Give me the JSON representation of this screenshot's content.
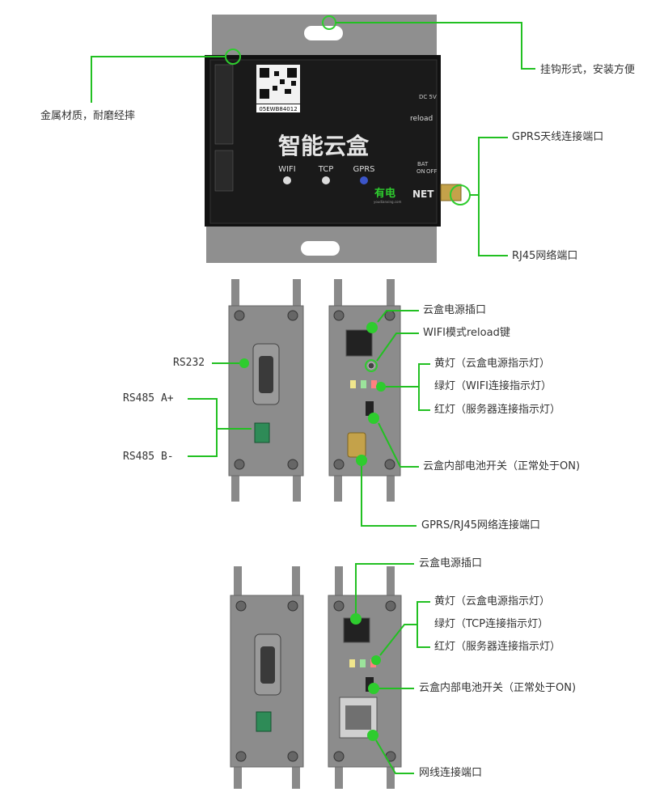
{
  "colors": {
    "callout_line": "#22c022",
    "marker": "#2ecc2e",
    "panel": "#8a8a8a",
    "device_face": "#111111"
  },
  "device": {
    "title": "智能云盒",
    "qr_text": "05EWB84012",
    "indicators": [
      "WIFI",
      "TCP",
      "GPRS"
    ],
    "reload": "reload",
    "net": "NET",
    "brand": "有电",
    "brand_sub": "youdianxing.com",
    "switch_on": "ON",
    "switch_off": "OFF",
    "switch_bat": "BAT",
    "dc_label": "DC 5V"
  },
  "top_view": {
    "callouts": [
      {
        "text": "挂钩形式，安装方便"
      },
      {
        "text": "金属材质，耐磨经摔"
      },
      {
        "text": "GPRS天线连接端口"
      },
      {
        "text": "RJ45网络端口"
      }
    ]
  },
  "side_view_gprs": {
    "callouts": [
      {
        "text": "RS232"
      },
      {
        "text": "RS485  A+"
      },
      {
        "text": "RS485  B-"
      },
      {
        "text": "云盒电源插口"
      },
      {
        "text": "WIFI模式reload键"
      },
      {
        "text": "黄灯（云盒电源指示灯）"
      },
      {
        "text": "绿灯（WIFI连接指示灯）"
      },
      {
        "text": "红灯（服务器连接指示灯）"
      },
      {
        "text": "云盒内部电池开关（正常处于ON)"
      },
      {
        "text": "GPRS/RJ45网络连接端口"
      }
    ]
  },
  "side_view_rj45": {
    "callouts": [
      {
        "text": "云盒电源插口"
      },
      {
        "text": "黄灯（云盒电源指示灯）"
      },
      {
        "text": "绿灯（TCP连接指示灯）"
      },
      {
        "text": "红灯（服务器连接指示灯）"
      },
      {
        "text": "云盒内部电池开关（正常处于ON)"
      },
      {
        "text": "网线连接端口"
      }
    ]
  }
}
